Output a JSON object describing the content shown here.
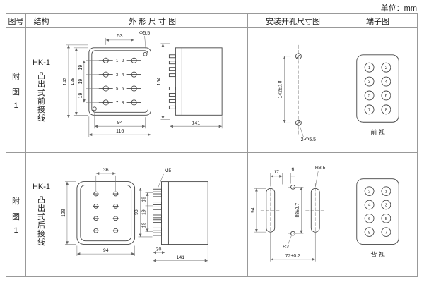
{
  "unit_label": "单位：mm",
  "header": {
    "fig_no": "图号",
    "structure": "结构",
    "outline": "外 形 尺 寸 图",
    "mounting": "安装开孔尺寸图",
    "terminal": "端子图"
  },
  "rows": [
    {
      "fig": [
        "附",
        "图",
        "1"
      ],
      "model": "HK-1",
      "structure_chars": [
        "凸",
        "出",
        "式",
        "前",
        "接",
        "线"
      ],
      "outline": {
        "dim_top": "53",
        "dim_hole": "Φ5.5",
        "dim_height_outer": "142",
        "dim_height_inner": "128",
        "pitch": [
          "19",
          "19",
          "19"
        ],
        "dim_width_inner": "94",
        "dim_width_outer": "116",
        "dim_side_height": "154",
        "dim_side_depth": "141",
        "terminal_numbers": [
          "1",
          "2",
          "3",
          "4",
          "5",
          "6",
          "7",
          "8"
        ]
      },
      "mounting": {
        "dim_vertical": "142±0.8",
        "holes_label": "2-Φ5.5"
      },
      "terminal": {
        "left": [
          "1",
          "3",
          "5",
          "7"
        ],
        "right": [
          "2",
          "4",
          "6",
          "8"
        ],
        "view_label": "前 视"
      }
    },
    {
      "fig": [
        "附",
        "图",
        "1"
      ],
      "model": "HK-1",
      "structure_chars": [
        "凸",
        "出",
        "式",
        "后",
        "接",
        "线"
      ],
      "outline": {
        "dim_top": "36",
        "screw_label": "M5",
        "dim_height": "128",
        "dim_width": "94",
        "dim_side_height": "98",
        "pitch": [
          "19",
          "19",
          "19"
        ],
        "dim_depth_front": "30",
        "dim_depth_total": "141"
      },
      "mounting": {
        "dim_offset": "17",
        "dim_gap": "6",
        "radius_slot": "R8.5",
        "dim_vertical": "94",
        "dim_holes_vertical": "88±0.7",
        "radius_hole": "R3",
        "dim_horizontal": "72±0.2"
      },
      "terminal": {
        "left": [
          "2",
          "4",
          "6",
          "8"
        ],
        "right": [
          "1",
          "3",
          "5",
          "7"
        ],
        "view_label": "背 视"
      }
    }
  ]
}
